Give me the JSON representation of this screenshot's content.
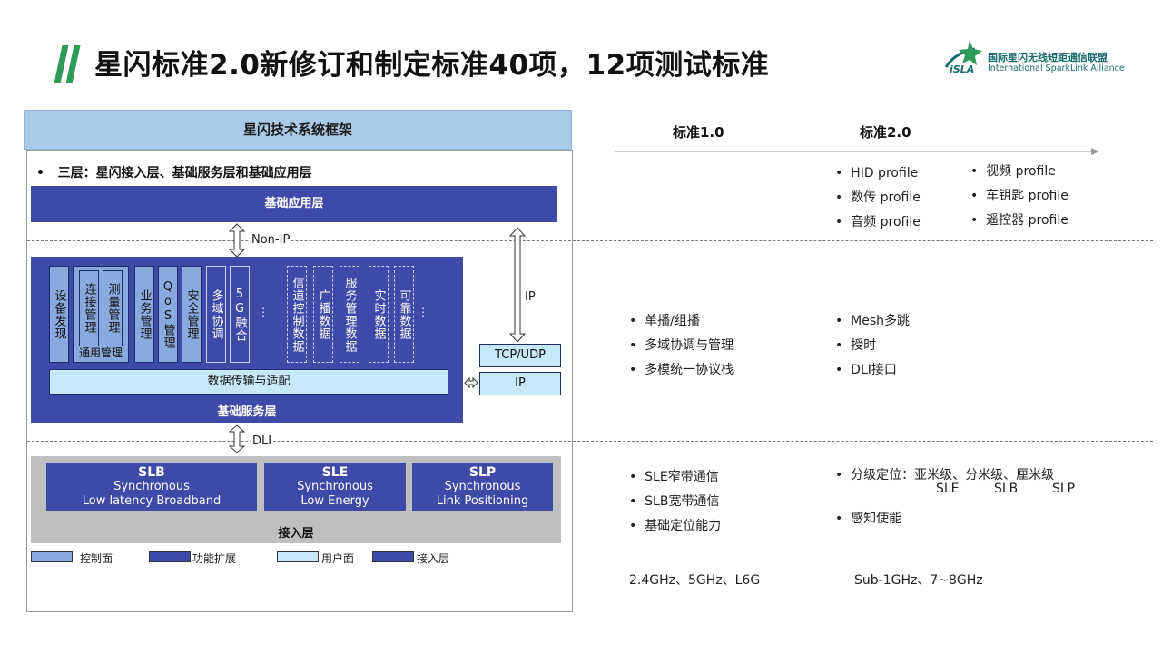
{
  "title": "星闪标准2.0新修订和制定标准40项，12项测试标准",
  "logo": {
    "name_cn": "国际星闪无线短距通信联盟",
    "name_en": "International SparkLink Alliance",
    "mark": "iSLA"
  },
  "framework": {
    "header": "星闪技术系统框架",
    "bullet": "三层：星闪接入层、基础服务层和基础应用层",
    "app_layer": "基础应用层",
    "non_ip": "Non-IP",
    "ip": "IP",
    "dli": "DLI",
    "service_layer": {
      "label": "基础服务层",
      "control_items": [
        "设备发现",
        "业务管理",
        "QoS管理",
        "安全管理"
      ],
      "mgmt_group": {
        "items": [
          "连接管理",
          "测量管理"
        ],
        "label": "通用管理"
      },
      "ext_items": [
        "多域协调",
        "5G融合"
      ],
      "data_items": [
        "信道控制数据",
        "广播数据",
        "服务管理数据",
        "实时数据",
        "可靠数据"
      ],
      "ellipsis": "⋮",
      "data_bar": "数据传输与适配"
    },
    "tcp_udp": "TCP/UDP",
    "ip_box": "IP",
    "access_layer": {
      "label": "接入层",
      "blocks": [
        {
          "name": "SLB",
          "line1": "Synchronous",
          "line2": "Low latency Broadband"
        },
        {
          "name": "SLE",
          "line1": "Synchronous",
          "line2": "Low Energy"
        },
        {
          "name": "SLP",
          "line1": "Synchronous",
          "line2": "Link Positioning"
        }
      ]
    },
    "legend": [
      {
        "label": "控制面",
        "color": "#8aa9de"
      },
      {
        "label": "功能扩展",
        "color": "#3e4aa8"
      },
      {
        "label": "用户面",
        "color": "#c7e8f8"
      },
      {
        "label": "接入层",
        "color": "#3e4aa8"
      }
    ]
  },
  "standards": {
    "v1_label": "标准1.0",
    "v2_label": "标准2.0",
    "app_v2_col1": [
      "HID profile",
      "数传 profile",
      "音频 profile"
    ],
    "app_v2_col2": [
      "视频 profile",
      "车钥匙 profile",
      "遥控器 profile"
    ],
    "svc_v1": [
      "单播/组播",
      "多域协调与管理",
      "多模统一协议栈"
    ],
    "svc_v2": [
      "Mesh多跳",
      "授时",
      "DLI接口"
    ],
    "acc_v1": [
      "SLE窄带通信",
      "SLB宽带通信",
      "基础定位能力"
    ],
    "acc_v2_positioning": "分级定位：亚米级、分米级、厘米级",
    "acc_v2_sub": [
      "SLE",
      "SLB",
      "SLP"
    ],
    "acc_v2_sensing": "感知使能",
    "freq_v1": "2.4GHz、5GHz、L6G",
    "freq_v2": "Sub-1GHz、7~8GHz"
  },
  "colors": {
    "accent_green": "#2e9a5a",
    "layer_blue": "#3e4aa8",
    "control_blue": "#8aa9de",
    "user_plane": "#c7e8f8",
    "header_blue": "#a9cbe7"
  }
}
